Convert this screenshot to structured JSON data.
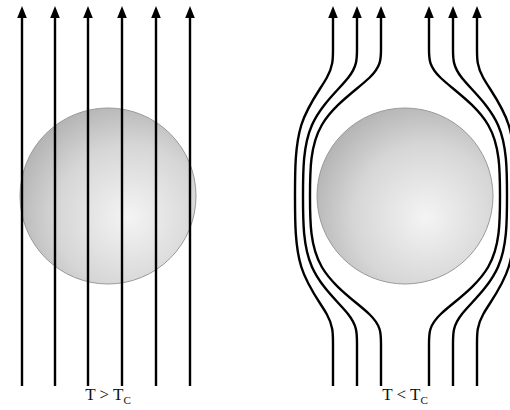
{
  "diagram": {
    "labels": [
      "T > T",
      "C",
      "T < T",
      "C"
    ]
  }
}
